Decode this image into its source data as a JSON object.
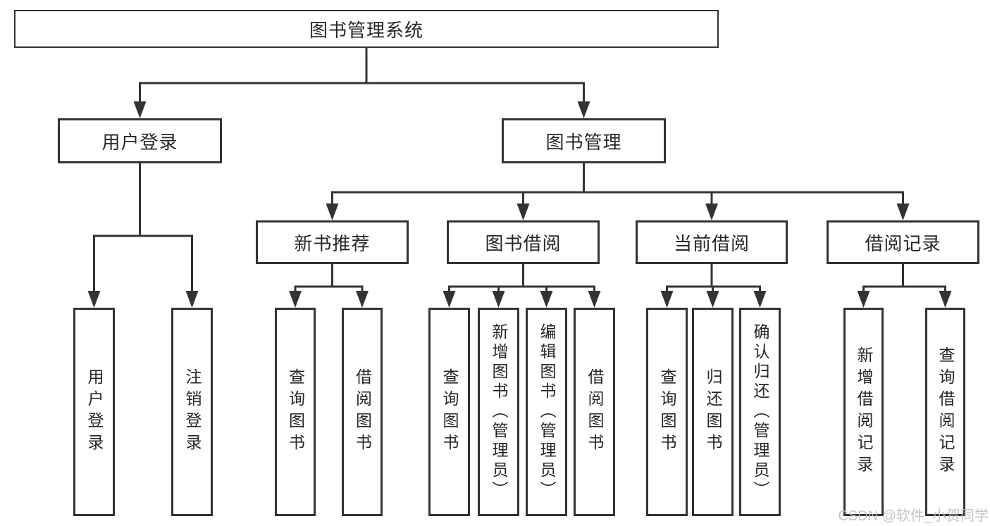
{
  "diagram": {
    "root": {
      "label": "图书管理系统",
      "children": [
        {
          "label": "用户登录",
          "children": [
            {
              "label": "用户登录"
            },
            {
              "label": "注销登录"
            }
          ]
        },
        {
          "label": "图书管理",
          "children": [
            {
              "label": "新书推荐",
              "children": [
                {
                  "label": "查询图书"
                },
                {
                  "label": "借阅图书"
                }
              ]
            },
            {
              "label": "图书借阅",
              "children": [
                {
                  "label": "查询图书"
                },
                {
                  "label": "新增图书（管理员）"
                },
                {
                  "label": "编辑图书（管理员）"
                },
                {
                  "label": "借阅图书"
                }
              ]
            },
            {
              "label": "当前借阅",
              "children": [
                {
                  "label": "查询图书"
                },
                {
                  "label": "归还图书"
                },
                {
                  "label": "确认归还（管理员）"
                }
              ]
            },
            {
              "label": "借阅记录",
              "children": [
                {
                  "label": "新增借阅记录"
                },
                {
                  "label": "查询借阅记录"
                }
              ]
            }
          ]
        }
      ]
    },
    "line_color": "#333333",
    "text_color": "#262626",
    "box_background": "#ffffff"
  },
  "watermark": {
    "text": "CSDN @软件_小贺同学",
    "color": "#bdbdbd"
  }
}
